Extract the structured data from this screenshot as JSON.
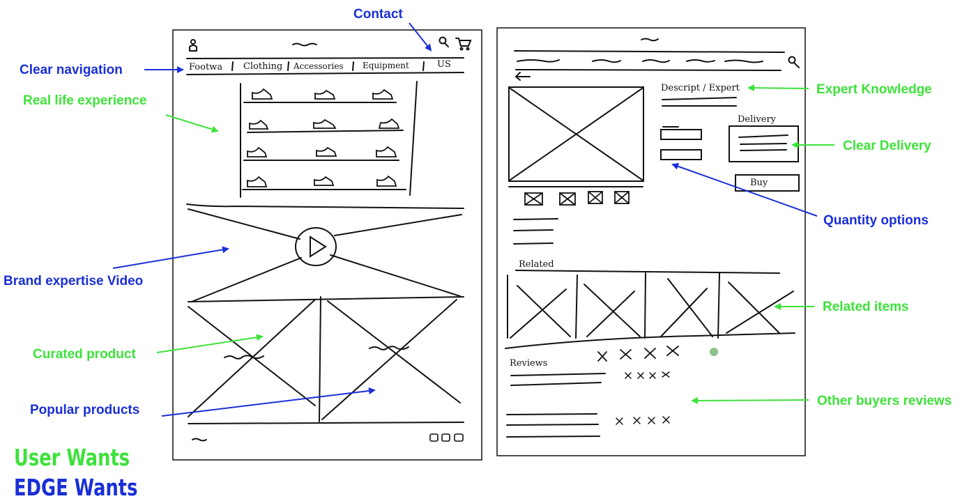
{
  "annotations": {
    "contact": "Contact",
    "clear_navigation": "Clear navigation",
    "real_life_experience": "Real life experience",
    "brand_expertise_video": "Brand expertise Video",
    "curated_product": "Curated product",
    "popular_products": "Popular products",
    "expert_knowledge": "Expert Knowledge",
    "clear_delivery": "Clear Delivery",
    "quantity_options": "Quantity options",
    "related_items": "Related items",
    "other_buyers_reviews": "Other buyers reviews"
  },
  "legend": {
    "user_wants": "User Wants",
    "edge_wants": "EDGE Wants"
  },
  "sketch_text": {
    "nav_items": [
      "Footwa",
      "Clothing",
      "Accessories",
      "Equipment",
      "US"
    ],
    "descript": "Descript / Expert",
    "delivery": "Delivery",
    "buy": "Buy",
    "related": "Related",
    "reviews": "Reviews"
  },
  "colors": {
    "edge_blue": "#1a2fd6",
    "user_green": "#3de23a"
  }
}
